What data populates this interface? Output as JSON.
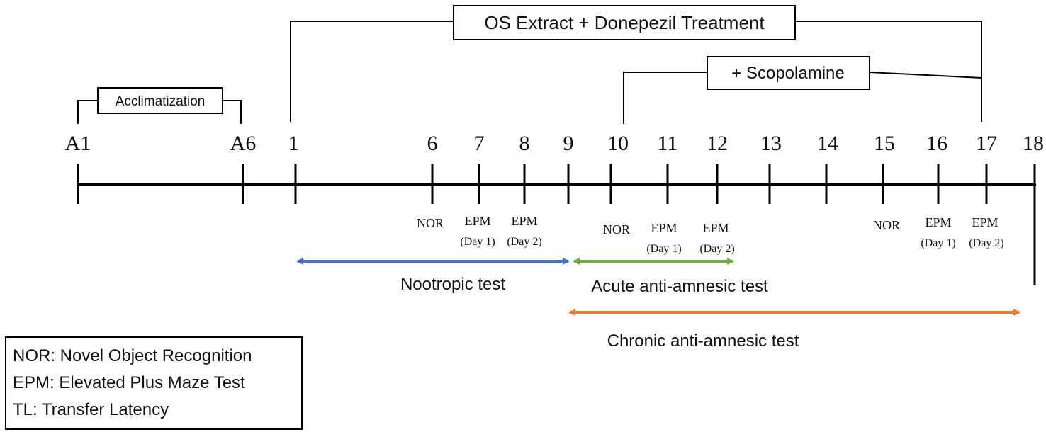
{
  "treatment": {
    "main_label": "OS Extract + Donepezil Treatment",
    "scopolamine_label": "+ Scopolamine",
    "acclimatization_label": "Acclimatization"
  },
  "timeline": {
    "ticks": [
      {
        "id": "A1",
        "label": "A1"
      },
      {
        "id": "A6",
        "label": "A6"
      },
      {
        "id": "d1",
        "label": "1"
      },
      {
        "id": "d6",
        "label": "6"
      },
      {
        "id": "d7",
        "label": "7"
      },
      {
        "id": "d8",
        "label": "8"
      },
      {
        "id": "d9",
        "label": "9"
      },
      {
        "id": "d10",
        "label": "10"
      },
      {
        "id": "d11",
        "label": "11"
      },
      {
        "id": "d12",
        "label": "12"
      },
      {
        "id": "d13",
        "label": "13"
      },
      {
        "id": "d14",
        "label": "14"
      },
      {
        "id": "d15",
        "label": "15"
      },
      {
        "id": "d16",
        "label": "16"
      },
      {
        "id": "d17",
        "label": "17"
      },
      {
        "id": "d18",
        "label": "18"
      }
    ]
  },
  "tests": {
    "nootropic": {
      "nor": "NOR",
      "epm1": "EPM",
      "epm1_day": "(Day 1)",
      "epm2": "EPM",
      "epm2_day": "(Day 2)"
    },
    "acute": {
      "nor": "NOR",
      "epm1": "EPM",
      "epm1_day": "(Day 1)",
      "epm2": "EPM",
      "epm2_day": "(Day 2)"
    },
    "chronic": {
      "nor": "NOR",
      "epm1": "EPM",
      "epm1_day": "(Day 1)",
      "epm2": "EPM",
      "epm2_day": "(Day 2)"
    }
  },
  "phases": {
    "nootropic": "Nootropic test",
    "acute": "Acute anti-amnesic test",
    "chronic": "Chronic anti-amnesic test"
  },
  "colors": {
    "nootropic_arrow": "#4472c4",
    "acute_arrow": "#70ad47",
    "chronic_arrow": "#ed7d31",
    "line": "#000000"
  },
  "legend": {
    "nor": "NOR: Novel Object Recognition",
    "epm": "EPM: Elevated Plus Maze Test",
    "tl": "TL: Transfer Latency"
  }
}
